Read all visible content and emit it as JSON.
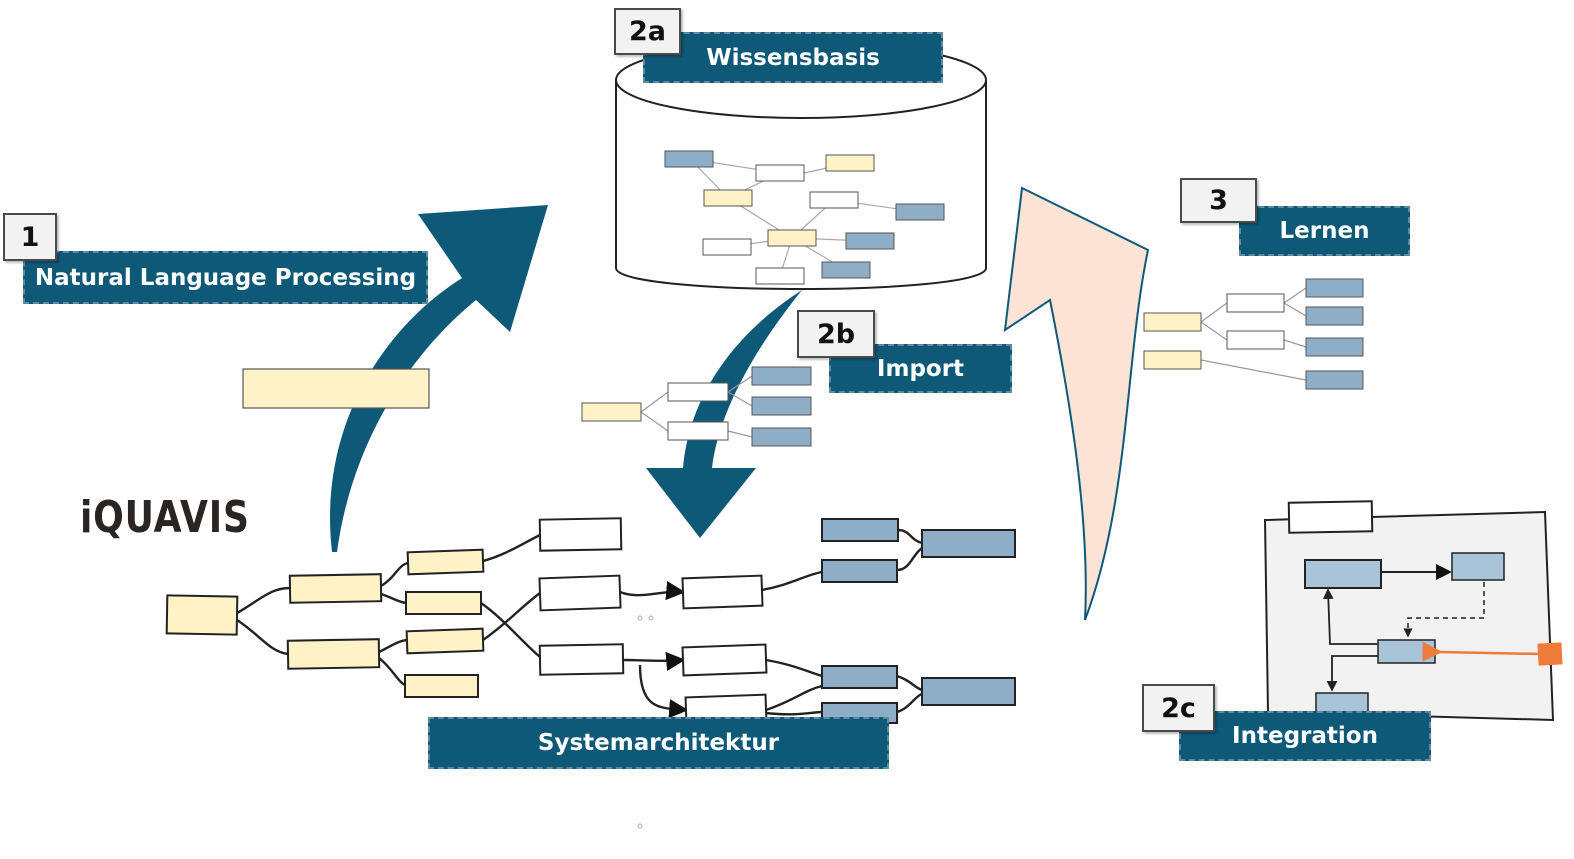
{
  "labels": {
    "nlp": "Natural Language Processing",
    "knowledge_base": "Wissensbasis",
    "import": "Import",
    "learning": "Lernen",
    "integration": "Integration",
    "system_architecture": "Systemarchitektur"
  },
  "numbers": {
    "step1": "1",
    "step2a": "2a",
    "step2b": "2b",
    "step2c": "2c",
    "step3": "3"
  },
  "logo": "iQUAVIS",
  "colors": {
    "label_bg": "#0e5978",
    "arrow_dark": "#0e5978",
    "arrow_light": "#fbe3d6",
    "node_yellow": "#fff2c6",
    "node_blue": "#8eaec8",
    "node_white": "#ffffff",
    "accent_orange": "#ee7b3a"
  }
}
